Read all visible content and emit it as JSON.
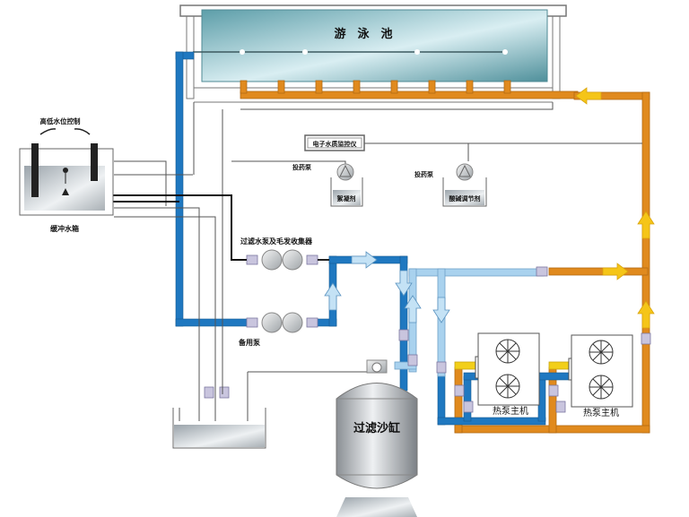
{
  "labels": {
    "pool": "游　泳　池",
    "level_controller": "高低水位控制",
    "buffer_tank": "缓冲水箱",
    "water_monitor": "电子水质监控仪",
    "dosing_pump_1": "投药泵",
    "dosing_pump_2": "投药泵",
    "flocculant": "絮凝剂",
    "ph_regulator": "酸碱调节剂",
    "filter_pump": "过滤水泵及毛发收集器",
    "standby_pump": "备用泵",
    "sand_filter": "过滤沙缸",
    "heat_pump_1": "热泵主机",
    "heat_pump_2": "热泵主机"
  },
  "colors": {
    "cold_pipe": "#1f78c0",
    "cold_pipe_light": "#a9d2ee",
    "hot_pipe": "#e08a1e",
    "hot_arrow": "#f5c518",
    "pool_water": "#6fb0bd",
    "line": "#555555"
  }
}
